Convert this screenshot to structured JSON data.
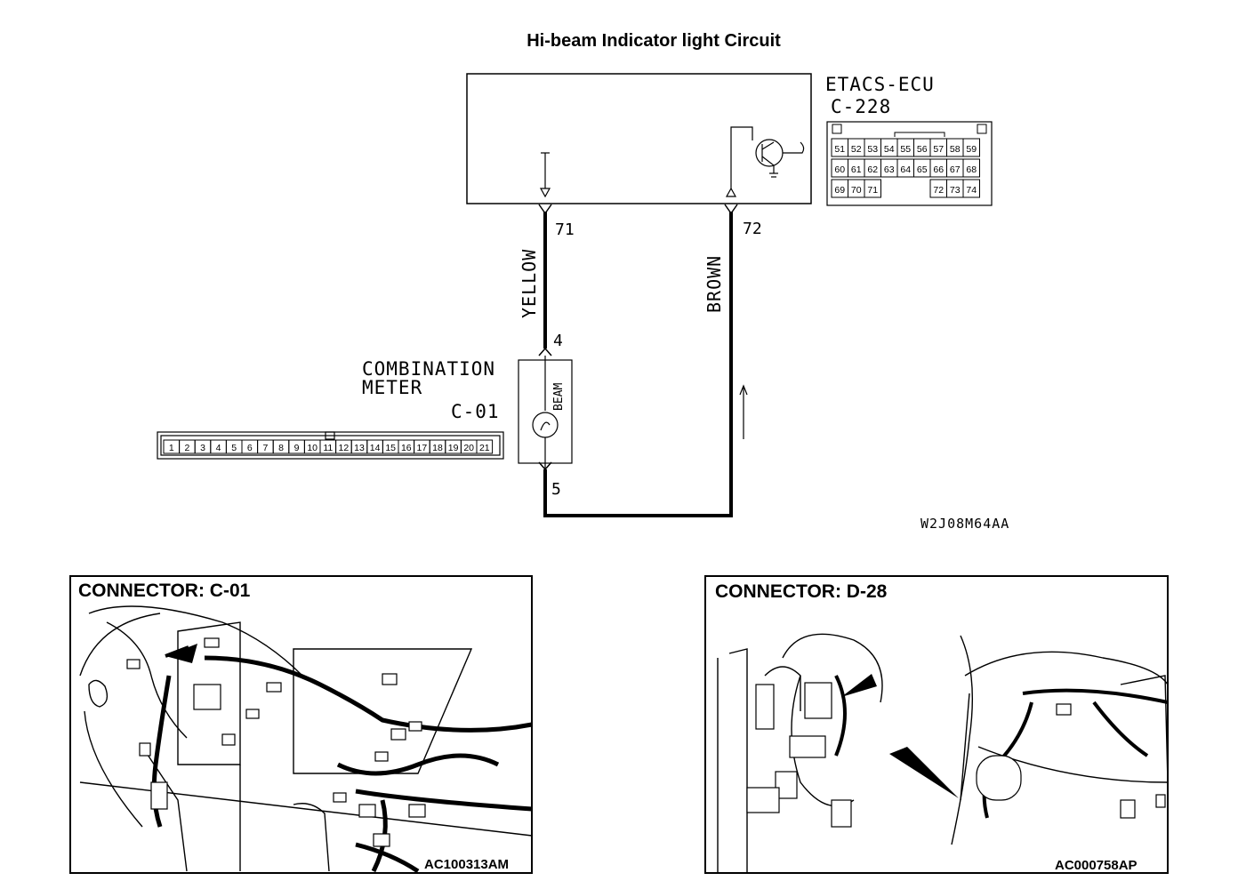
{
  "title": "Hi-beam Indicator light Circuit",
  "ecu": {
    "name": "ETACS-ECU",
    "connector": "C-228",
    "rows": [
      [
        "51",
        "52",
        "53",
        "54",
        "55",
        "56",
        "57",
        "58",
        "59"
      ],
      [
        "60",
        "61",
        "62",
        "63",
        "64",
        "65",
        "66",
        "67",
        "68"
      ],
      [
        "69",
        "70",
        "71",
        "",
        "",
        "",
        "72",
        "73",
        "74"
      ]
    ]
  },
  "meter": {
    "name_line1": "COMBINATION",
    "name_line2": "METER",
    "connector": "C-01",
    "lamp_label": "BEAM",
    "pins": [
      "1",
      "2",
      "3",
      "4",
      "5",
      "6",
      "7",
      "8",
      "9",
      "10",
      "11",
      "12",
      "13",
      "14",
      "15",
      "16",
      "17",
      "18",
      "19",
      "20",
      "21"
    ]
  },
  "wires": {
    "left": {
      "color": "YELLOW",
      "ecu_pin": "71",
      "meter_pin": "4",
      "return_pin": "5"
    },
    "right": {
      "color": "BROWN",
      "ecu_pin": "72"
    }
  },
  "diagram_code": "W2J08M64AA",
  "panels": [
    {
      "title": "CONNECTOR: C-01",
      "code": "AC100313AM"
    },
    {
      "title": "CONNECTOR: D-28",
      "code": "AC000758AP"
    }
  ]
}
